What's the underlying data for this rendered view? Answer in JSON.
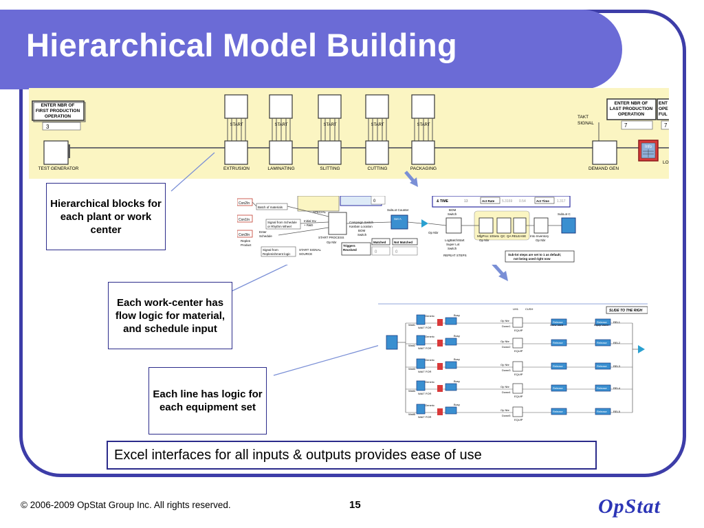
{
  "title": "Hierarchical Model Building",
  "callouts": [
    "Hierarchical blocks for each plant or work center",
    "Each work-center has flow logic for material, and schedule input",
    "Each line has logic for each equipment set"
  ],
  "summary": "Excel interfaces for all inputs & outputs provides ease of use",
  "footer": {
    "copyright": "© 2006-2009 OpStat Group Inc.  All rights reserved.",
    "page_number": "15",
    "brand": "OpStat"
  },
  "top_model": {
    "first_op_label_1": "ENTER NBR OF",
    "first_op_label_2": "FIRST PRODUCTION",
    "first_op_label_3": "OPERATION",
    "first_op_value": "3",
    "last_op_label_1": "ENTER NBR OF",
    "last_op_label_2": "LAST PRODUCTION",
    "last_op_label_3": "OPERATION",
    "last_op_value": "7",
    "cut_label_1": "ENT",
    "cut_label_2": "OPE",
    "cut_label_3": "FUL",
    "cut_value": "7",
    "takt_1": "TAKT",
    "takt_2": "SIGNAL",
    "start_label": "START",
    "blocks": [
      "TEST GENERATOR",
      "EXTRUSION",
      "LAMINATING",
      "SLITTING",
      "CUTTING",
      "PACKAGING",
      "DEMAND GEN"
    ],
    "info": "Info",
    "cut_end": "LO"
  },
  "mid_model": {
    "con_a": "Con2In",
    "con_b": "Con1In",
    "con_c": "Con3In",
    "batch": "Batch of materials",
    "special": "SPECIAL",
    "sched_1": "Signal from Schedule",
    "sched_2": "or Rhythm Wheel",
    "initial_1": "Initial Inv",
    "initial_2": "+ R&D",
    "enter": "Enter",
    "schedule": "Schedule",
    "replen_1": "Replen",
    "replen_2": "Product",
    "repl_1": "Signal from",
    "repl_2": "Replenishment logic",
    "start_sig_1": "START SIGNAL",
    "start_sig_2": "SOURCE",
    "start_process": "START PROCESS",
    "op_nbr": "Op Nbr",
    "campaign": "Campaign Switch",
    "kanban": "Kanban Location",
    "bom": "BOM",
    "switch": "Switch",
    "triggers_1": "Triggers",
    "triggers_2": "Received",
    "matched": "Matched",
    "not_matched": "Not Matched",
    "zero": "0",
    "sublot_counter": "SubLot Counter",
    "set_a": "Set A",
    "and_time": "& TIME",
    "act_rate": "Act Rate",
    "act_time": "Act Time",
    "rate_val": "5.3169",
    "rate_val_2": "0.54",
    "time_val": "1.317",
    "val_13": "13",
    "bom_switch_1": "BOM",
    "bom_switch_2": "Switch",
    "logbatch_1": "LogBatchStart",
    "logbatch_2": "Super Lot",
    "logbatch_3": "Switch",
    "repeat_steps": "REPEAT STEPS",
    "mfgproc": "MfgProc 10Setx",
    "qc": "QC",
    "qa_release": "QA RELEASE",
    "into_inv": "Into Inventory",
    "sublot": "SubLot C",
    "note_1": "Sub-lot steps are set to 1 as default;",
    "note_2": "not being used right now"
  },
  "bot_model": {
    "slide_label": "SLIDE TO THE RIGH",
    "generic": "Generic",
    "wait": "WAIT FOR",
    "busy": "Busy",
    "uh": "UH1",
    "cush": "CUSH",
    "op_nbr": "Op Nbr",
    "equip": "EQUIP",
    "release": "Release",
    "crew_used": "Crew used",
    "equip_used": "Equip Used",
    "rels": [
      "REL1",
      "REL2",
      "REL3",
      "REL4",
      "REL5"
    ],
    "downs": [
      "Down1",
      "Down2",
      "Down3",
      "Down4",
      "Down5"
    ],
    "waits": [
      "Wait1",
      "Wait2",
      "Wait3",
      "Wait4",
      "Wait5"
    ]
  }
}
